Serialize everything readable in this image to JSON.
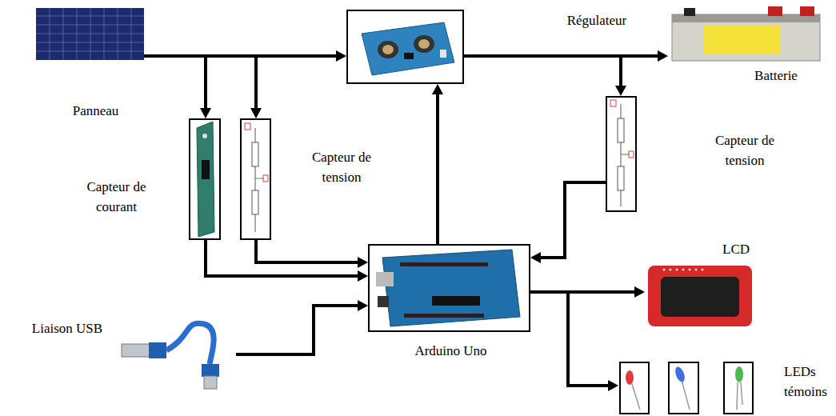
{
  "diagram": {
    "nodes": [
      {
        "text": [
          "Panneau"
        ]
      },
      {
        "text": [
          "Régulateur"
        ]
      },
      {
        "text": [
          "Batterie"
        ]
      },
      {
        "text": [
          "Capteur de courant"
        ]
      },
      {
        "text": [
          "Capteur de tension"
        ]
      },
      {
        "text": [
          "Capteur de tension"
        ]
      },
      {
        "text": [
          "Arduino Uno"
        ]
      },
      {
        "text": [
          "Liaison USB"
        ]
      },
      {
        "text": [
          "LCD"
        ]
      },
      {
        "text": [
          "LEDs témoins"
        ]
      }
    ],
    "edges": [
      {
        "from": 0,
        "to": 1,
        "arrow": "to"
      },
      {
        "from": 0,
        "to": 3,
        "arrow": "to"
      },
      {
        "from": 0,
        "to": 4,
        "arrow": "to"
      },
      {
        "from": 1,
        "to": 2,
        "arrow": "to"
      },
      {
        "from": 1,
        "to": 5,
        "arrow": "to"
      },
      {
        "from": 3,
        "to": 6,
        "arrow": "to"
      },
      {
        "from": 4,
        "to": 6,
        "arrow": "to"
      },
      {
        "from": 5,
        "to": 6,
        "arrow": "to"
      },
      {
        "from": 6,
        "to": 1,
        "arrow": "to"
      },
      {
        "from": 7,
        "to": 6,
        "arrow": "to"
      },
      {
        "from": 6,
        "to": 8,
        "arrow": "to"
      },
      {
        "from": 6,
        "to": 9,
        "arrow": "to"
      }
    ]
  }
}
